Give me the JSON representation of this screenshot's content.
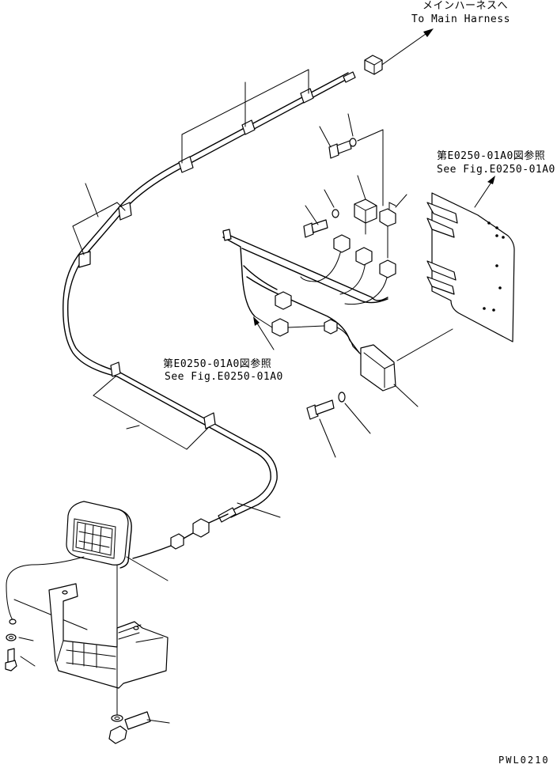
{
  "callouts": {
    "main_harness_jp": "メインハーネスへ",
    "main_harness_en": "To Main Harness",
    "ref_upper_jp": "第E0250-01A0図参照",
    "ref_upper_en": "See Fig.E0250-01A0",
    "ref_middle_jp": "第E0250-01A0図参照",
    "ref_middle_en": "See Fig.E0250-01A0"
  },
  "drawing_code": "PWL0210"
}
